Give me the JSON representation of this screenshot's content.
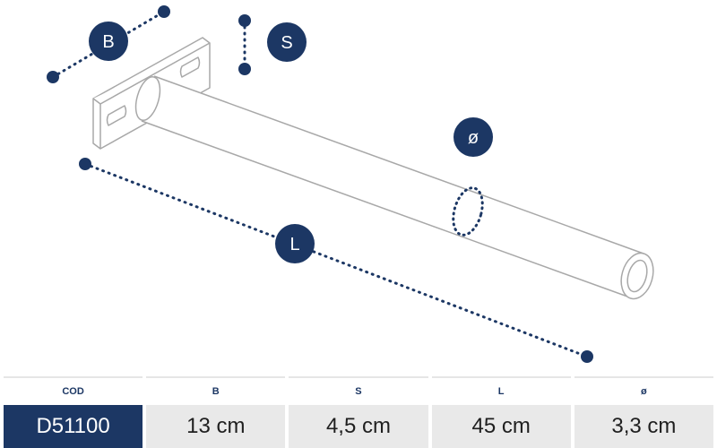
{
  "markers": {
    "b": "B",
    "s": "S",
    "diameter": "ø",
    "l": "L"
  },
  "table": {
    "headers": [
      "COD",
      "B",
      "S",
      "L",
      "ø"
    ],
    "values": [
      "D51100",
      "13 cm",
      "4,5 cm",
      "45 cm",
      "3,3 cm"
    ]
  },
  "colors": {
    "navy": "#1c3764",
    "line": "#a8a8a8",
    "cell": "#e9e9e9"
  }
}
